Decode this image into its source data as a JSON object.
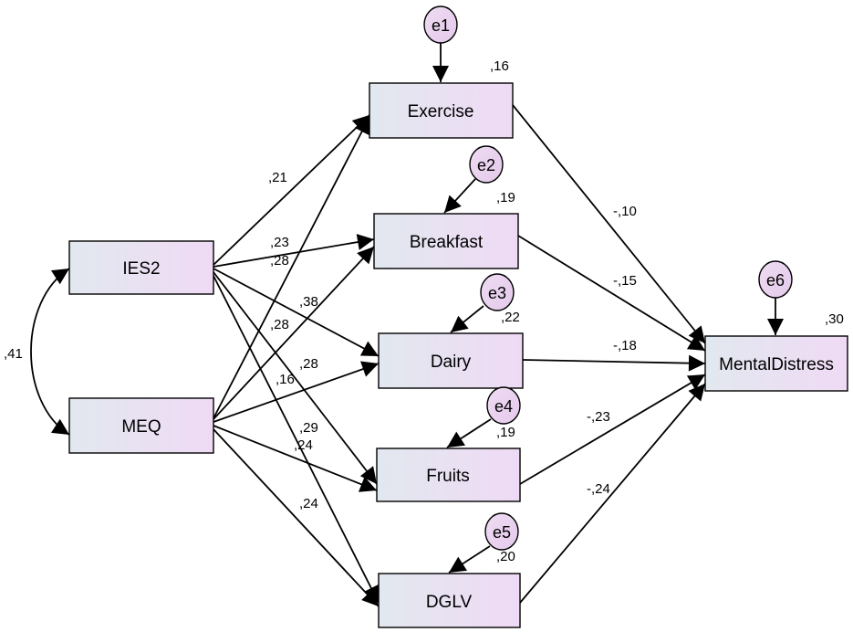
{
  "variables": {
    "ies2": "IES2",
    "meq": "MEQ",
    "exercise": "Exercise",
    "breakfast": "Breakfast",
    "dairy": "Dairy",
    "fruits": "Fruits",
    "dglv": "DGLV",
    "mental": "MentalDistress"
  },
  "errors": {
    "e1": "e1",
    "e2": "e2",
    "e3": "e3",
    "e4": "e4",
    "e5": "e5",
    "e6": "e6"
  },
  "r_squared": {
    "exercise": ",16",
    "breakfast": ",19",
    "dairy": ",22",
    "fruits": ",19",
    "dglv": ",20",
    "mental": ",30"
  },
  "correlation": {
    "ies2_meq": ",41"
  },
  "coefficients": {
    "ies2_exercise": ",21",
    "ies2_breakfast": ",23",
    "meq_exercise": ",28",
    "ies2_dairy": ",38",
    "meq_breakfast": ",28",
    "meq_dairy": ",28",
    "ies2_fruits": ",16",
    "ies2_dglv": ",29",
    "meq_fruits": ",24",
    "meq_dglv": ",24",
    "exercise_mental": "-,10",
    "breakfast_mental": "-,15",
    "dairy_mental": "-,18",
    "fruits_mental": "-,23",
    "dglv_mental": "-,24"
  },
  "colors": {
    "box_left": "#e2e8ef",
    "box_right": "#eedcf4",
    "error_fill": "#ead6f0"
  }
}
